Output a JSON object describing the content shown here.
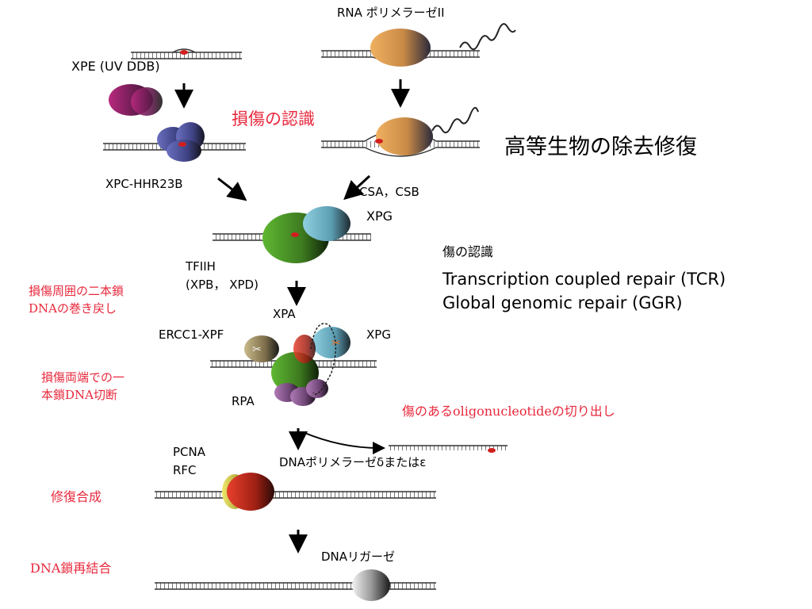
{
  "title": "高等生物の除去修復",
  "labels": {
    "rna_pol2": "RNA ポリメラーゼII",
    "xpe": "XPE (UV DDB)",
    "damage_recognition": "損傷の認識",
    "xpc": "XPC-HHR23B",
    "csa_csb": "CSA，CSB",
    "xpg_top": "XPG",
    "tfiih": "TFIIH",
    "xpb_xpd": "(XPB，  XPD)",
    "unwinding_1": "損傷周囲の二本鎖",
    "unwinding_2": "DNAの巻き戻し",
    "xpa": "XPA",
    "ercc1": "ERCC1-XPF",
    "xpg_mid": "XPG",
    "incision_1": "損傷両端での一",
    "incision_2": "本鎖DNA切断",
    "rpa": "RPA",
    "excision": "傷のあるoligonucleotideの切り出し",
    "pcna": "PCNA",
    "rfc": "RFC",
    "dna_pol": "DNAポリメラーゼδまたはε",
    "repair_synthesis": "修復合成",
    "dna_ligase": "DNAリガーゼ",
    "religation": "DNA鎖再結合"
  },
  "legend": {
    "heading": "傷の認識",
    "tcr": "Transcription coupled repair (TCR)",
    "ggr": "Global genomic repair (GGR)"
  },
  "colors": {
    "label_red": "#e8283c",
    "lesion": "#d21e1e",
    "dna": "#333333",
    "xpc_complex": "#5b5fa8",
    "xpe_complex": "#9a2a7a",
    "rna_pol": "#e39b4e",
    "tfiih": "#4a9a2a",
    "xpg": "#6fb3c9",
    "rpa": "#9c6aa3",
    "pcna": "#d4d24a",
    "dna_polymerase": "#c8281e",
    "ligase": "#9a9a9a"
  }
}
